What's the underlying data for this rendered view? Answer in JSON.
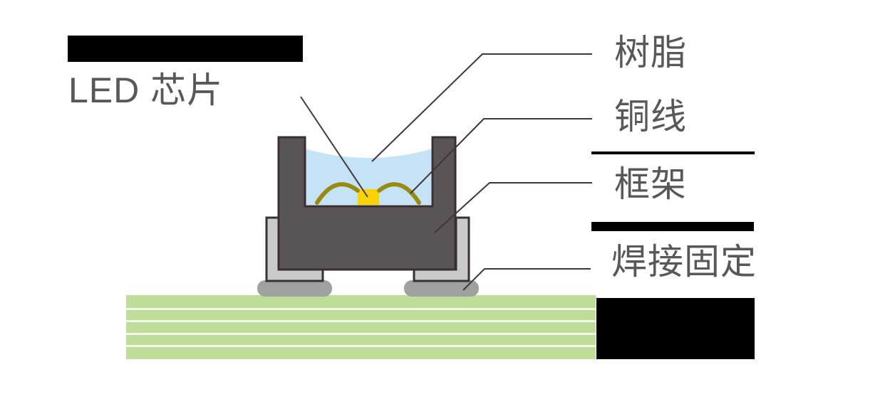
{
  "labels": {
    "led_chip": "LED 芯片",
    "resin": "树脂",
    "copper_wire": "铜线",
    "frame": "框架",
    "solder_fix": "焊接固定"
  },
  "colors": {
    "ink": "#000000",
    "text": "#595757",
    "line": "#463537",
    "outline": "#3a2f31",
    "frame": "#595456",
    "resin": "#c5e3f7",
    "chip": "#fbd303",
    "wire": "#9b8a10",
    "leg": "#c9caca",
    "solder": "#9fa0a0",
    "board": "#bedd97",
    "stripe": "#f4f8ec"
  }
}
